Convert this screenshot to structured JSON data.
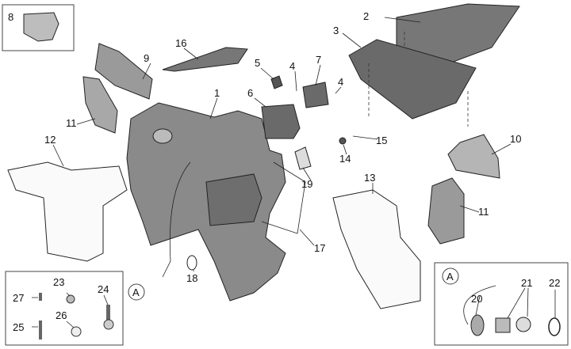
{
  "diagram": {
    "labels": {
      "p1": "1",
      "p2": "2",
      "p3": "3",
      "p4a": "4",
      "p4b": "4",
      "p5": "5",
      "p6": "6",
      "p7": "7",
      "p8": "8",
      "p9": "9",
      "p10": "10",
      "p11a": "11",
      "p11b": "11",
      "p12": "12",
      "p13": "13",
      "p14": "14",
      "p15": "15",
      "p16": "16",
      "p17": "17",
      "p18": "18",
      "p19": "19",
      "p20": "20",
      "p21": "21",
      "p22": "22",
      "p23": "23",
      "p24": "24",
      "p25": "25",
      "p26": "26",
      "p27": "27",
      "detailA_ref": "A",
      "detailA_inset": "A"
    },
    "colors": {
      "part_fill": "#8a8a8a",
      "part_dark": "#5e5e5e",
      "part_light": "#d8d8d8",
      "outline": "#222222"
    }
  }
}
